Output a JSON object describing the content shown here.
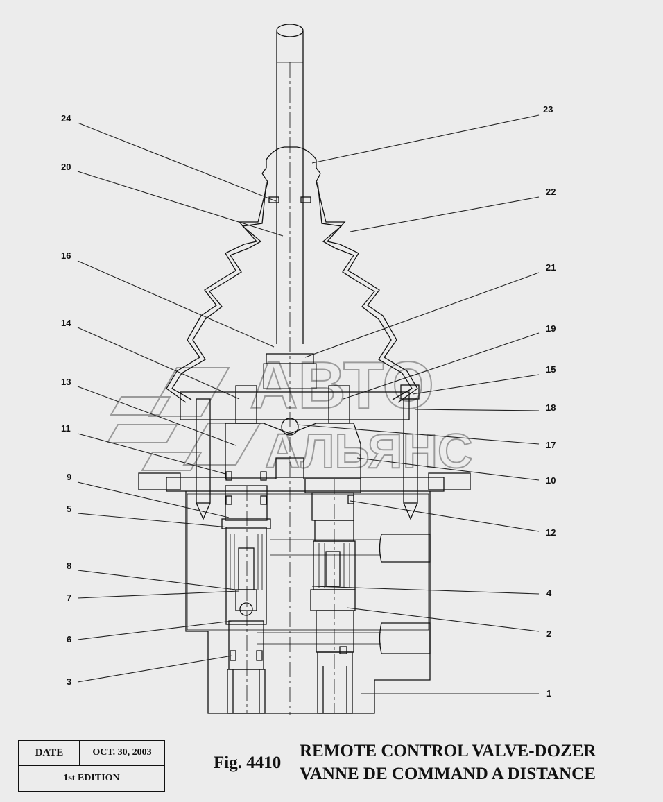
{
  "watermark": {
    "line1": "АВТО",
    "line2": "АЛЬЯНС"
  },
  "callouts": [
    {
      "num": "24"
    },
    {
      "num": "23"
    },
    {
      "num": "20"
    },
    {
      "num": "22"
    },
    {
      "num": "16"
    },
    {
      "num": "21"
    },
    {
      "num": "14"
    },
    {
      "num": "19"
    },
    {
      "num": "15"
    },
    {
      "num": "13"
    },
    {
      "num": "18"
    },
    {
      "num": "11"
    },
    {
      "num": "17"
    },
    {
      "num": "9"
    },
    {
      "num": "10"
    },
    {
      "num": "5"
    },
    {
      "num": "12"
    },
    {
      "num": "8"
    },
    {
      "num": "4"
    },
    {
      "num": "7"
    },
    {
      "num": "6"
    },
    {
      "num": "2"
    },
    {
      "num": "3"
    },
    {
      "num": "1"
    }
  ],
  "info": {
    "date_label": "DATE",
    "date_value": "OCT. 30, 2003",
    "edition": "1st EDITION"
  },
  "figure": {
    "number": "Fig. 4410",
    "title_en": "REMOTE CONTROL VALVE-DOZER",
    "title_fr": "VANNE DE COMMAND A DISTANCE"
  }
}
